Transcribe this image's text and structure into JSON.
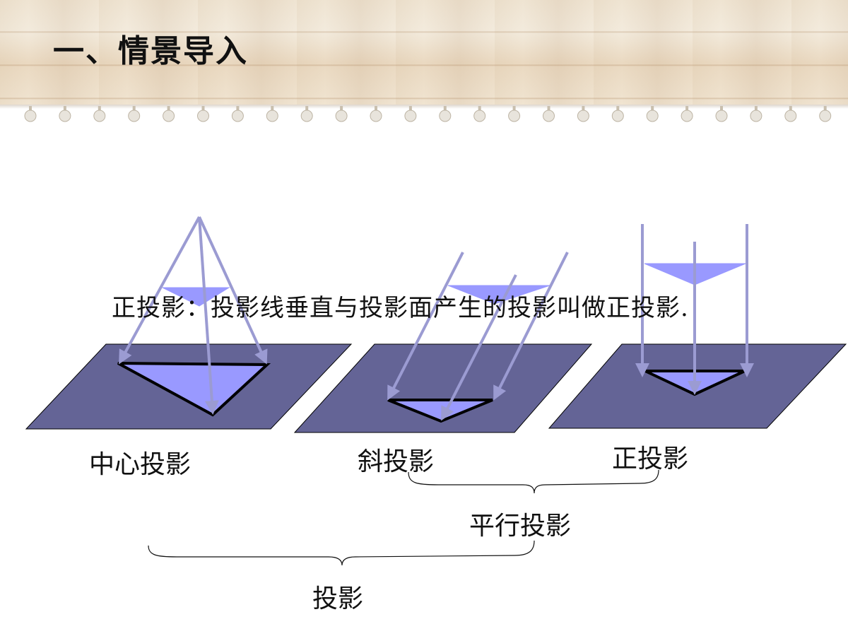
{
  "slide": {
    "title": "一、情景导入",
    "sentence": "正投影：投影线垂直与投影面产生的投影叫做正投影.",
    "labels": {
      "central": "中心投影",
      "oblique": "斜投影",
      "orthographic": "正投影",
      "parallel": "平行投影",
      "projection": "投影"
    }
  },
  "colors": {
    "plane": "#646496",
    "triangle": "#9999ff",
    "ray": "#9b9bd2",
    "outline": "#000000",
    "text": "#111111",
    "binder_dot": "#e8e4dc"
  }
}
